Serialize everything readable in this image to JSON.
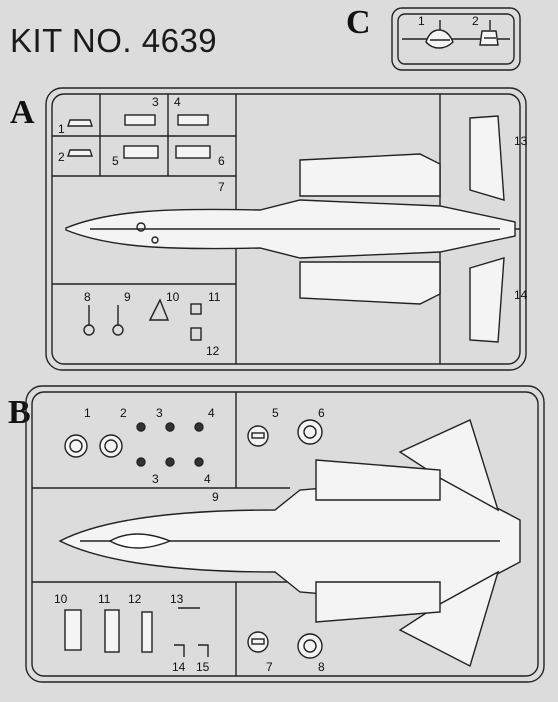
{
  "header": {
    "title": "KIT NO. 4639"
  },
  "frames": {
    "A": {
      "letter": "A",
      "parts": [
        "1",
        "2",
        "3",
        "4",
        "5",
        "6",
        "7",
        "8",
        "9",
        "10",
        "11",
        "12",
        "13",
        "14"
      ]
    },
    "B": {
      "letter": "B",
      "parts": [
        "1",
        "2",
        "3",
        "4",
        "3",
        "4",
        "5",
        "6",
        "9",
        "10",
        "11",
        "12",
        "13",
        "14",
        "15",
        "7",
        "8"
      ]
    },
    "C": {
      "letter": "C",
      "parts": [
        "1",
        "2"
      ]
    }
  },
  "colors": {
    "background": "#dcdcdc",
    "line": "#222222",
    "part_fill": "#f4f4f4"
  }
}
